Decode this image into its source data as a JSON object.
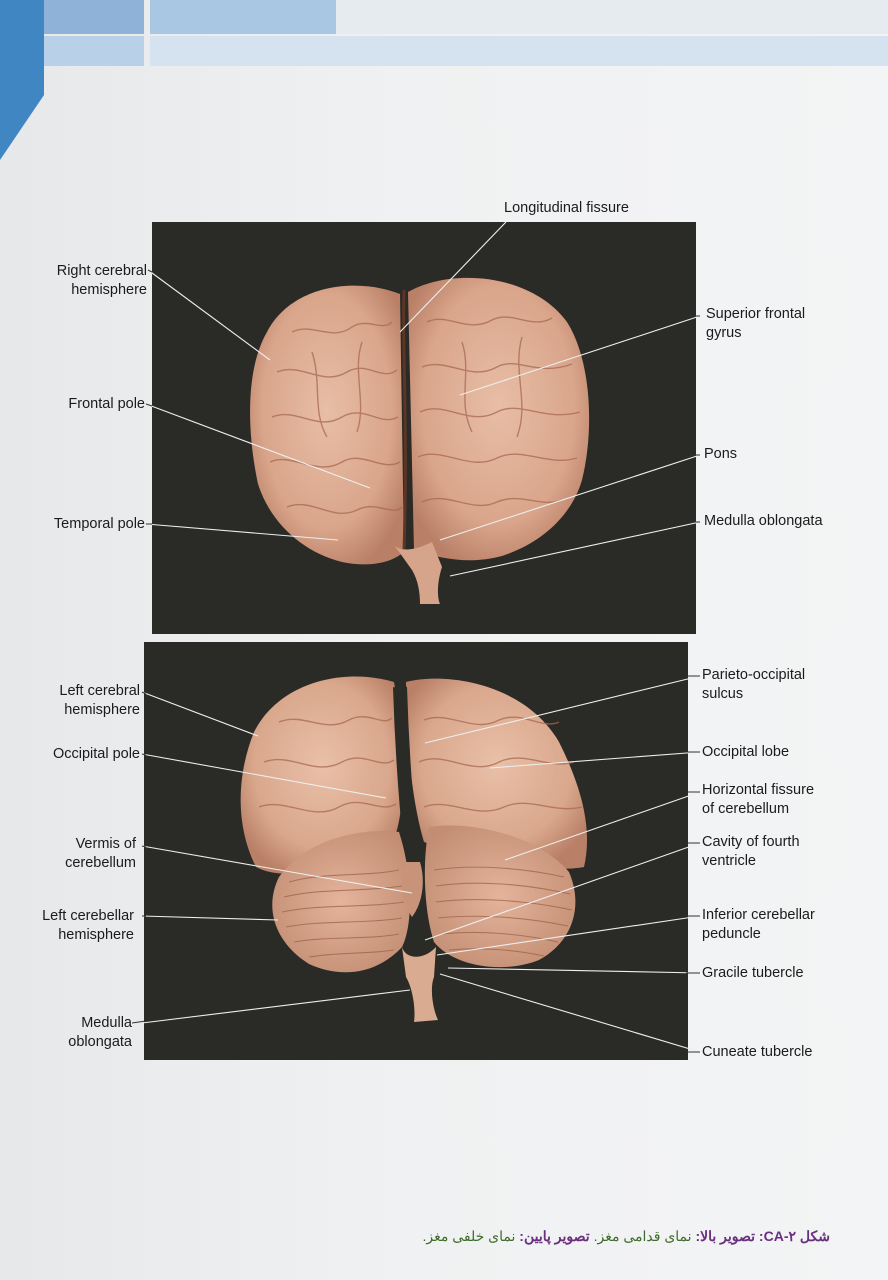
{
  "top_figure": {
    "labels": {
      "longitudinal_fissure": "Longitudinal fissure",
      "right_cerebral_hemisphere_1": "Right cerebral",
      "right_cerebral_hemisphere_2": "hemisphere",
      "superior_frontal_gyrus_1": "Superior frontal",
      "superior_frontal_gyrus_2": "gyrus",
      "frontal_pole": "Frontal pole",
      "pons": "Pons",
      "temporal_pole": "Temporal pole",
      "medulla_oblongata": "Medulla oblongata"
    }
  },
  "bottom_figure": {
    "labels": {
      "left_cerebral_hemisphere_1": "Left cerebral",
      "left_cerebral_hemisphere_2": "hemisphere",
      "parieto_occipital_sulcus_1": "Parieto-occipital",
      "parieto_occipital_sulcus_2": "sulcus",
      "occipital_pole": "Occipital pole",
      "occipital_lobe": "Occipital lobe",
      "horizontal_fissure_1": "Horizontal fissure",
      "horizontal_fissure_2": "of cerebellum",
      "vermis_1": "Vermis of",
      "vermis_2": "cerebellum",
      "cavity_fourth_ventricle_1": "Cavity of fourth",
      "cavity_fourth_ventricle_2": "ventricle",
      "left_cerebellar_hemisphere_1": "Left cerebellar",
      "left_cerebellar_hemisphere_2": "hemisphere",
      "inferior_cerebellar_peduncle_1": "Inferior cerebellar",
      "inferior_cerebellar_peduncle_2": "peduncle",
      "gracile_tubercle": "Gracile tubercle",
      "medulla_oblongata_1": "Medulla",
      "medulla_oblongata_2": "oblongata",
      "cuneate_tubercle": "Cuneate tubercle"
    }
  },
  "caption": {
    "figure_number": "شکل ۲-CA:",
    "top_heading": "تصویر بالا:",
    "top_text": "نمای قدامی مغز.",
    "bottom_heading": "تصویر پایین:",
    "bottom_text": "نمای خلفی مغز."
  },
  "colors": {
    "banner_blue": "#3f86c2",
    "photo_background": "#2a2b27",
    "brain_tissue": "#dca98f",
    "caption_purple": "#6a2f7e",
    "caption_green": "#3e6b2a"
  }
}
